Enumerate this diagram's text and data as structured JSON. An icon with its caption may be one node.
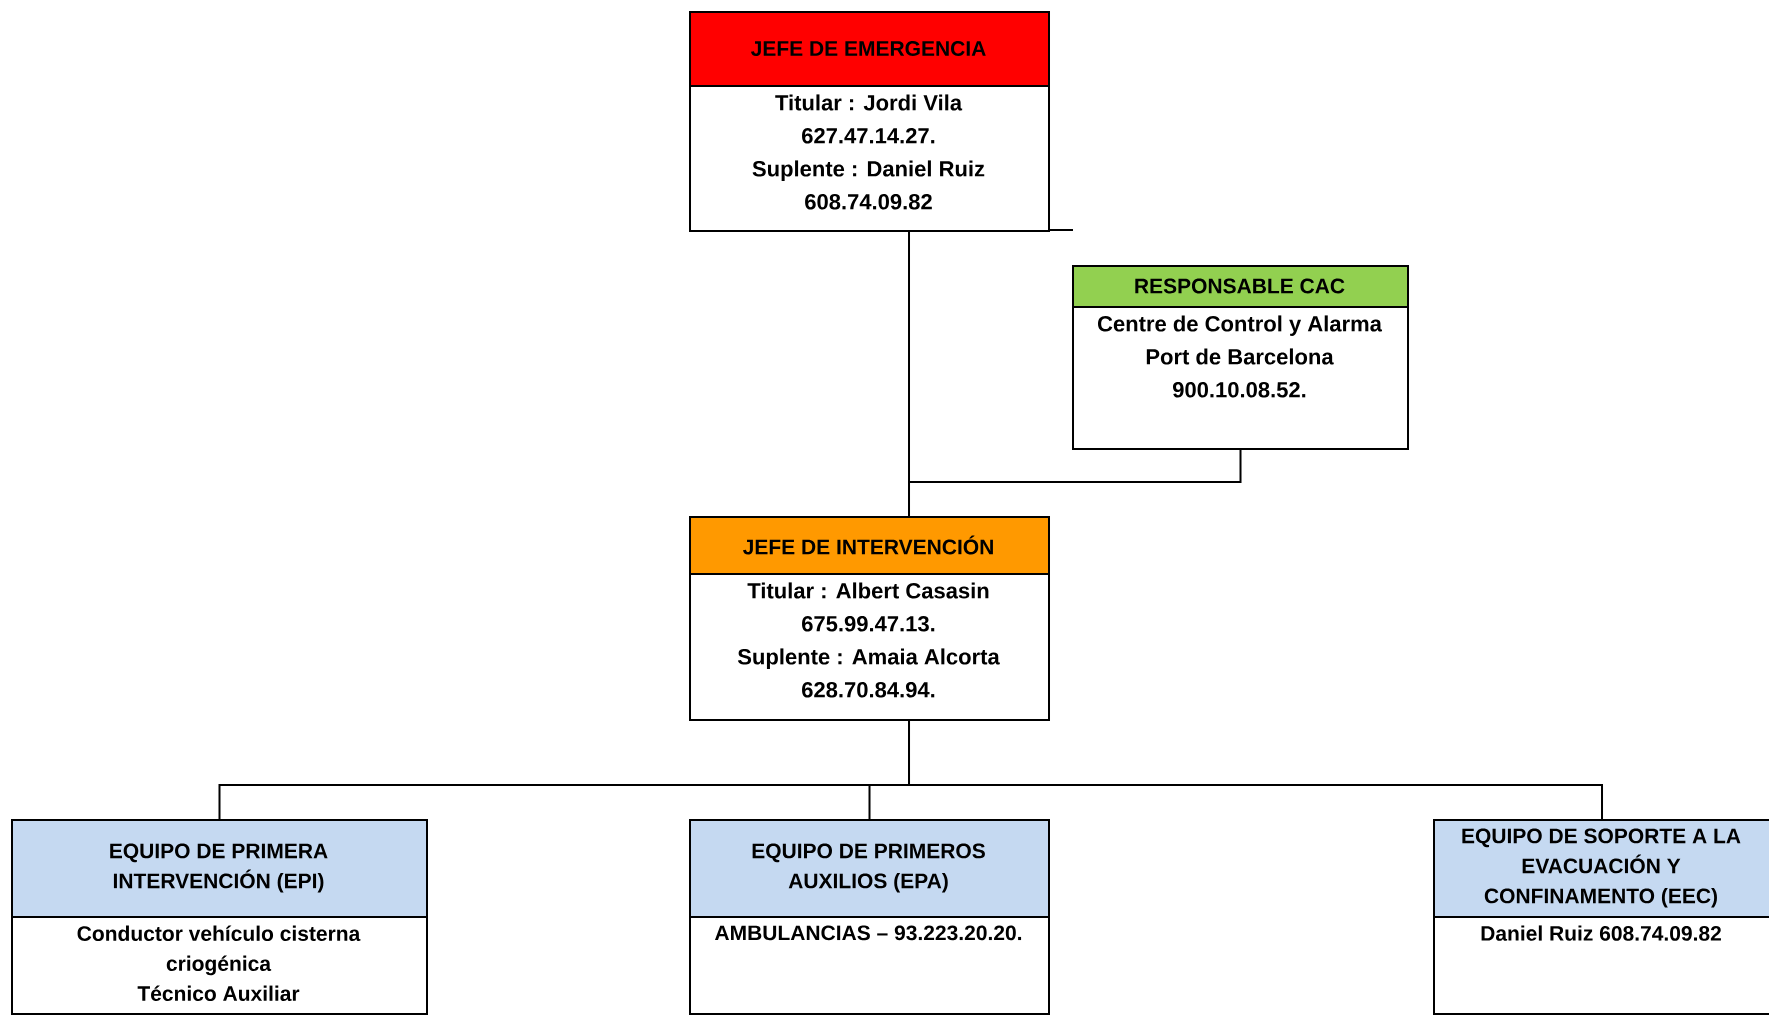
{
  "diagram": {
    "nodes": [
      {
        "text": [
          "JEFE DE EMERGENCIA",
          "Titular : Jordi Vila 627.47.14.27.",
          "Suplente : Daniel Ruiz 608.74.09.82"
        ]
      },
      {
        "text": [
          "RESPONSABLE CAC",
          "Centre de Control y Alarma Port de Barcelona 900.10.08.52."
        ]
      },
      {
        "text": [
          "JEFE DE INTERVENCIÓN",
          "Titular : Albert Casasin 675.99.47.13.",
          "Suplente : Amaia Alcorta 628.70.84.94."
        ]
      },
      {
        "text": [
          "EQUIPO DE PRIMERA INTERVENCIÓN (EPI)",
          "Conductor vehículo cisterna criogénica",
          "Técnico Auxiliar"
        ]
      },
      {
        "text": [
          "EQUIPO DE PRIMEROS AUXILIOS (EPA)",
          "AMBULANCIAS – 93.223.20.20."
        ]
      },
      {
        "text": [
          "EQUIPO DE SOPORTE A LA EVACUACIÓN Y CONFINAMENTO (EEC)",
          "Daniel Ruiz 608.74.09.82"
        ]
      }
    ],
    "edges": [
      {
        "from": 0,
        "to": 2,
        "arrow": "none"
      },
      {
        "from": 1,
        "to": 2,
        "arrow": "none"
      },
      {
        "from": 2,
        "to": 3,
        "arrow": "none"
      },
      {
        "from": 2,
        "to": 4,
        "arrow": "none"
      },
      {
        "from": 2,
        "to": 5,
        "arrow": "none"
      }
    ]
  }
}
